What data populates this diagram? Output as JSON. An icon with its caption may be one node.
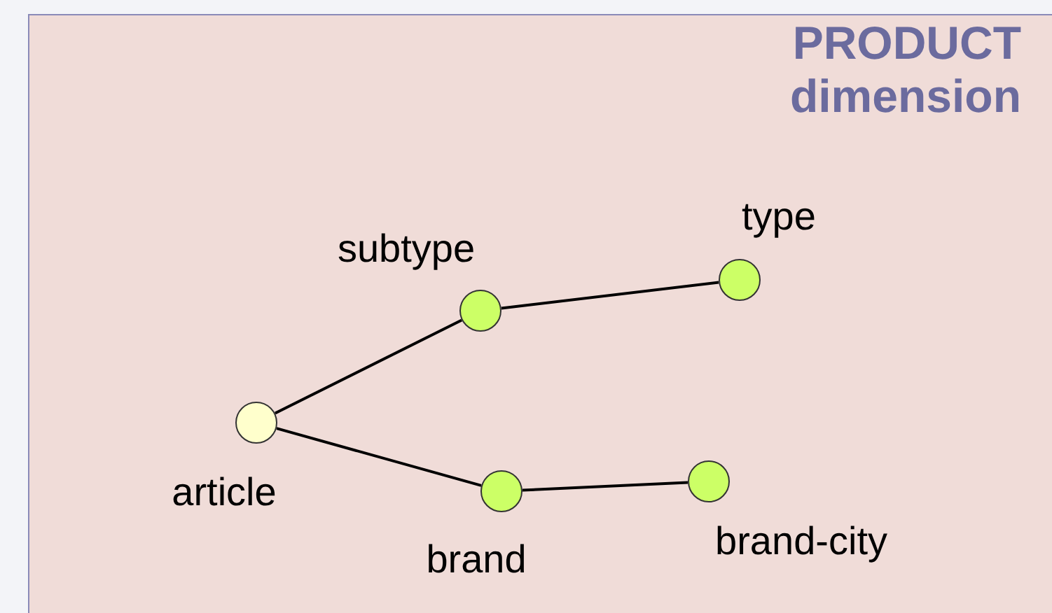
{
  "diagram": {
    "title": "PRODUCT dimension",
    "nodes": [
      {
        "text": [],
        "shape": "circle",
        "beside": [
          "article"
        ]
      },
      {
        "text": [],
        "shape": "circle",
        "beside": [
          "subtype"
        ]
      },
      {
        "text": [],
        "shape": "circle",
        "beside": [
          "type"
        ]
      },
      {
        "text": [],
        "shape": "circle",
        "beside": [
          "brand"
        ]
      },
      {
        "text": [],
        "shape": "circle",
        "beside": [
          "brand-city"
        ]
      }
    ],
    "edges": [
      {
        "from": 0,
        "to": 1,
        "arrow": "none"
      },
      {
        "from": 1,
        "to": 2,
        "arrow": "none"
      },
      {
        "from": 0,
        "to": 3,
        "arrow": "none"
      },
      {
        "from": 3,
        "to": 4,
        "arrow": "none"
      }
    ]
  }
}
